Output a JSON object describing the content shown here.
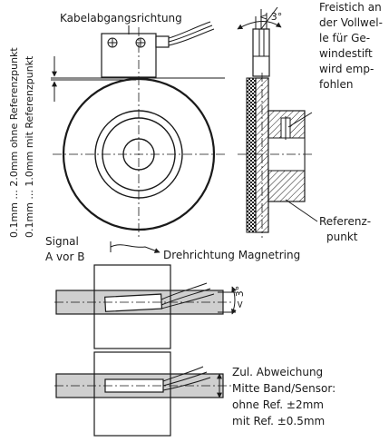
{
  "labels": {
    "cable_direction": "Kabelabgangsrichtung",
    "angle_top": "< 3°",
    "note_lines": [
      "Freistich an",
      "der Vollwel-",
      "le für Ge-",
      "windestift",
      "wird emp-",
      "fohlen"
    ],
    "vertical_a": "0.1mm ... 2.0mm ohne Referenzpunkt",
    "vertical_b": "0.1mm ... 1.0mm mit Referenzpunkt",
    "reference_lines": [
      "Referenz-",
      "punkt"
    ],
    "signal_lines": [
      "Signal",
      "A vor B"
    ],
    "rotation": "Drehrichtung Magnetring",
    "angle_side": "< 3°",
    "deviation_lines": [
      "Zul. Abweichung",
      "Mitte Band/Sensor:",
      "ohne Ref. ±2mm",
      "mit Ref. ±0.5mm"
    ]
  }
}
